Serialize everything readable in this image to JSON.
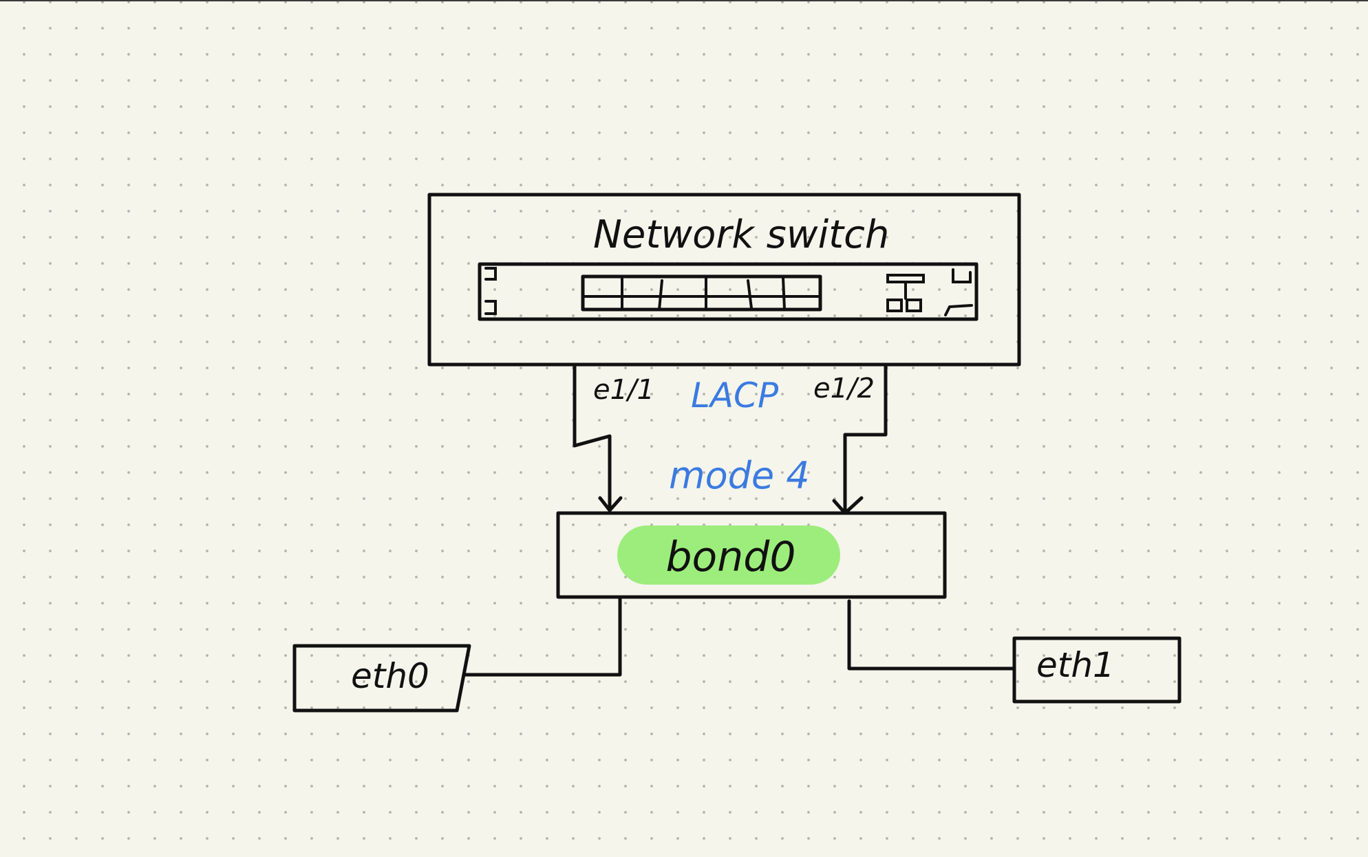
{
  "diagram": {
    "switch_label": "Network switch",
    "port1_label": "e1/1",
    "port2_label": "e1/2",
    "protocol_label": "LACP",
    "mode_label": "mode 4",
    "bond_label": "bond0",
    "nic1_label": "eth0",
    "nic2_label": "eth1"
  },
  "colors": {
    "background": "#f5f5ec",
    "ink": "#111111",
    "annotation_blue": "#3b7be0",
    "bond_highlight": "#9ded7c"
  }
}
